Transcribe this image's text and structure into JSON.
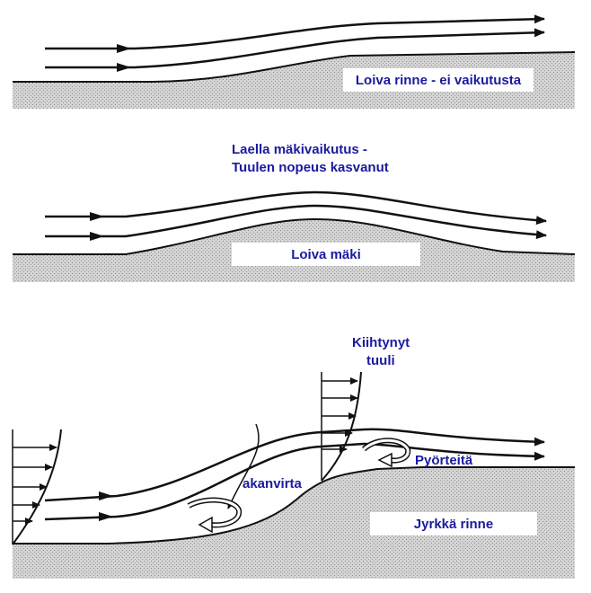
{
  "panel1": {
    "label": "Loiva rinne - ei vaikutusta"
  },
  "panel2": {
    "caption_line1": "Laella mäkivaikutus -",
    "caption_line2": "Tuulen nopeus kasvanut",
    "label": "Loiva mäki"
  },
  "panel3": {
    "accel_line1": "Kiihtynyt",
    "accel_line2": "tuuli",
    "lee_label": "akanvirta",
    "eddy_label": "Pyörteitä",
    "slope_label": "Jyrkkä rinne"
  },
  "colors": {
    "text": "#1a1aa0",
    "ink": "#111111",
    "ground": "#c9c9c9"
  },
  "icons": [
    "arrow-right-icon",
    "eddy-arrow-icon"
  ]
}
